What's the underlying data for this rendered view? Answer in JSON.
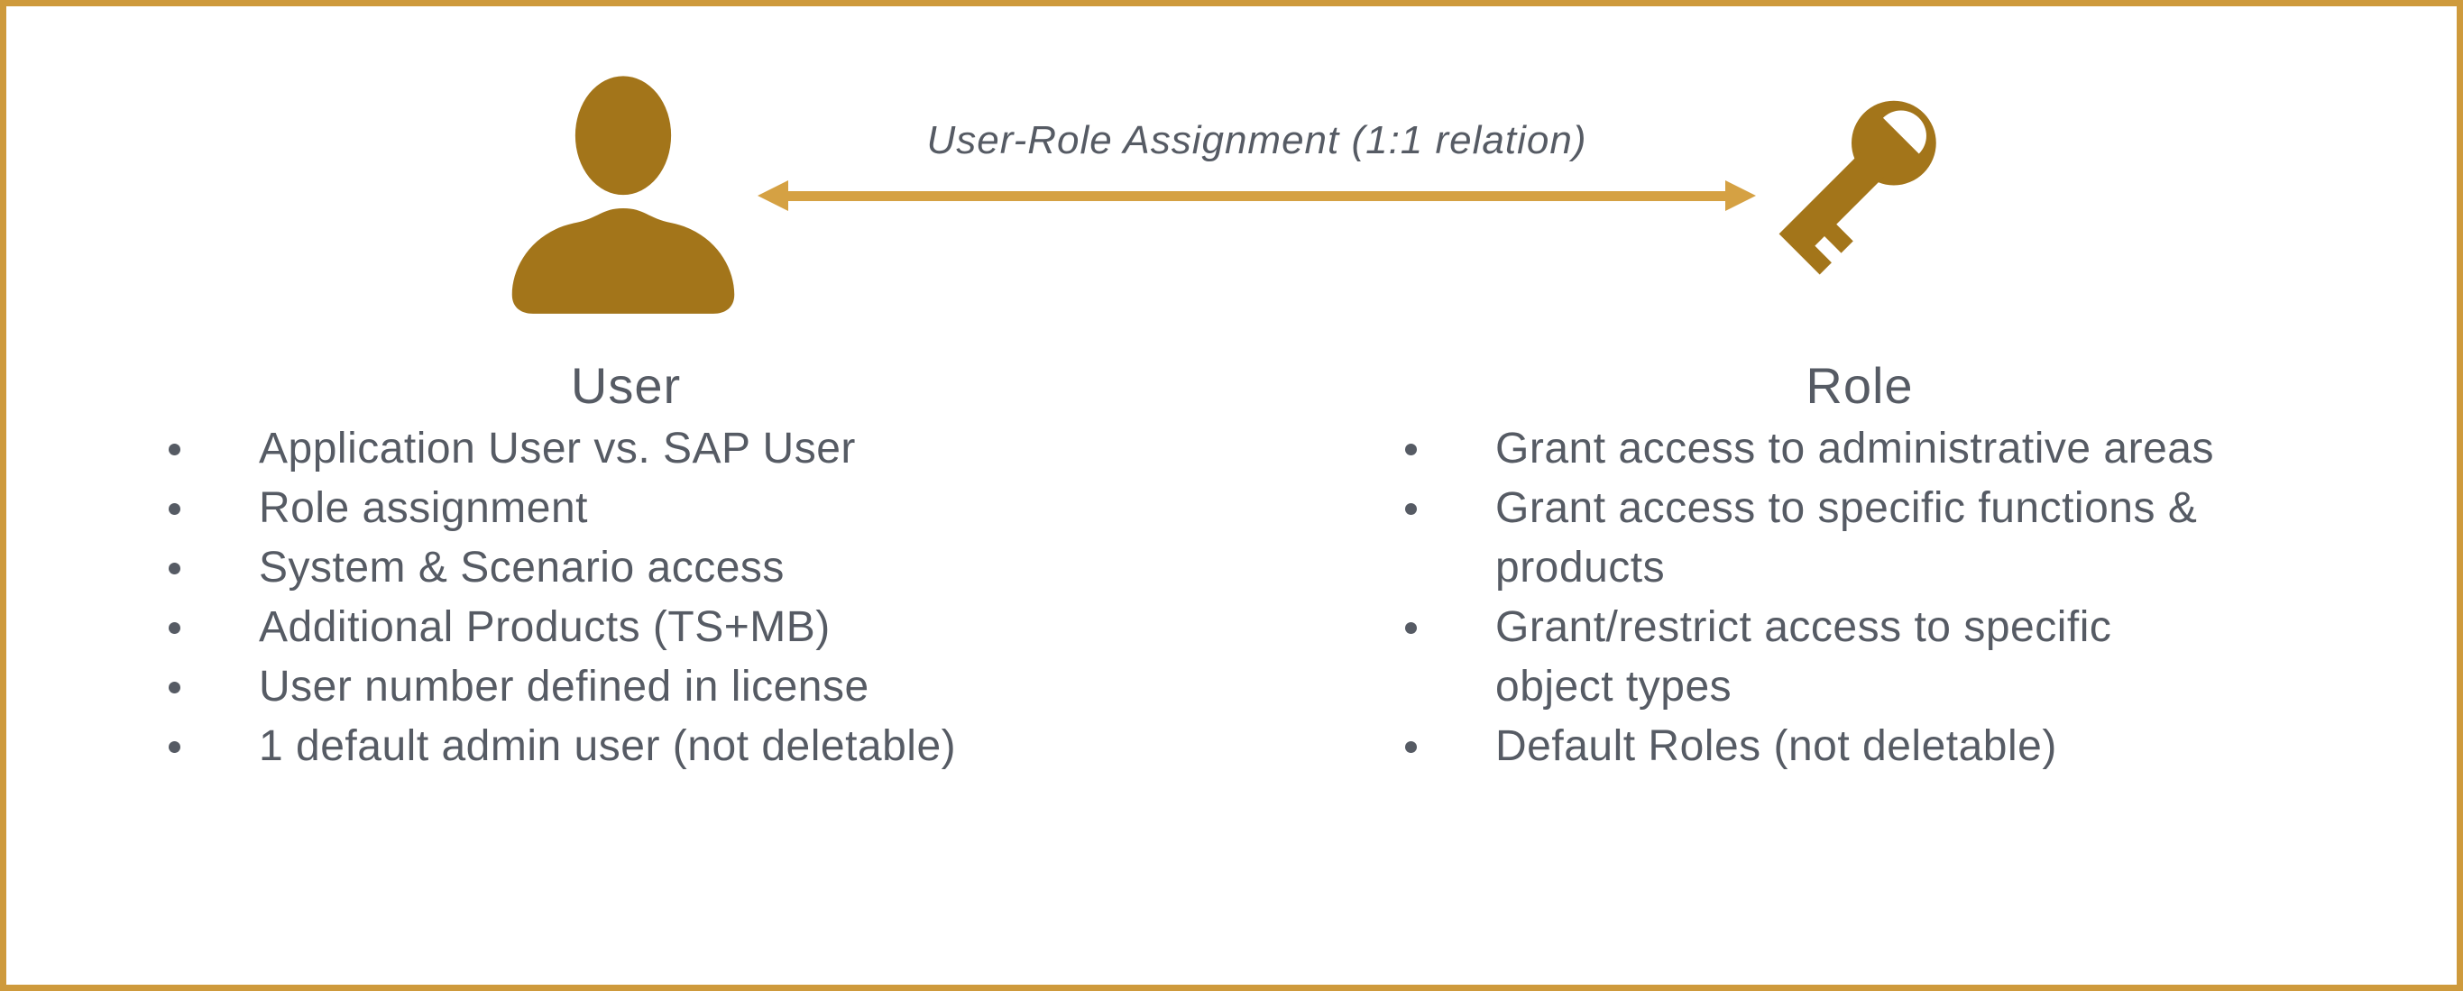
{
  "slide": {
    "background": "#ffffff",
    "border_color": "#CE9A3C"
  },
  "colors": {
    "icon_gold": "#A3751A",
    "arrow_gold": "#D5A143",
    "text_gray": "#565B64"
  },
  "connector": {
    "label": "User-Role Assignment (1:1 relation)"
  },
  "user_section": {
    "title": "User",
    "icon": "person-icon",
    "bullets": [
      "Application User vs. SAP User",
      "Role assignment",
      "System & Scenario access",
      "Additional Products (TS+MB)",
      "User number defined in license",
      "1 default admin user (not deletable)"
    ]
  },
  "role_section": {
    "title": "Role",
    "icon": "key-icon",
    "bullets": [
      "Grant access to administrative areas",
      "Grant access to specific functions &\nproducts",
      "Grant/restrict access to specific\nobject types",
      "Default Roles (not deletable)"
    ]
  }
}
